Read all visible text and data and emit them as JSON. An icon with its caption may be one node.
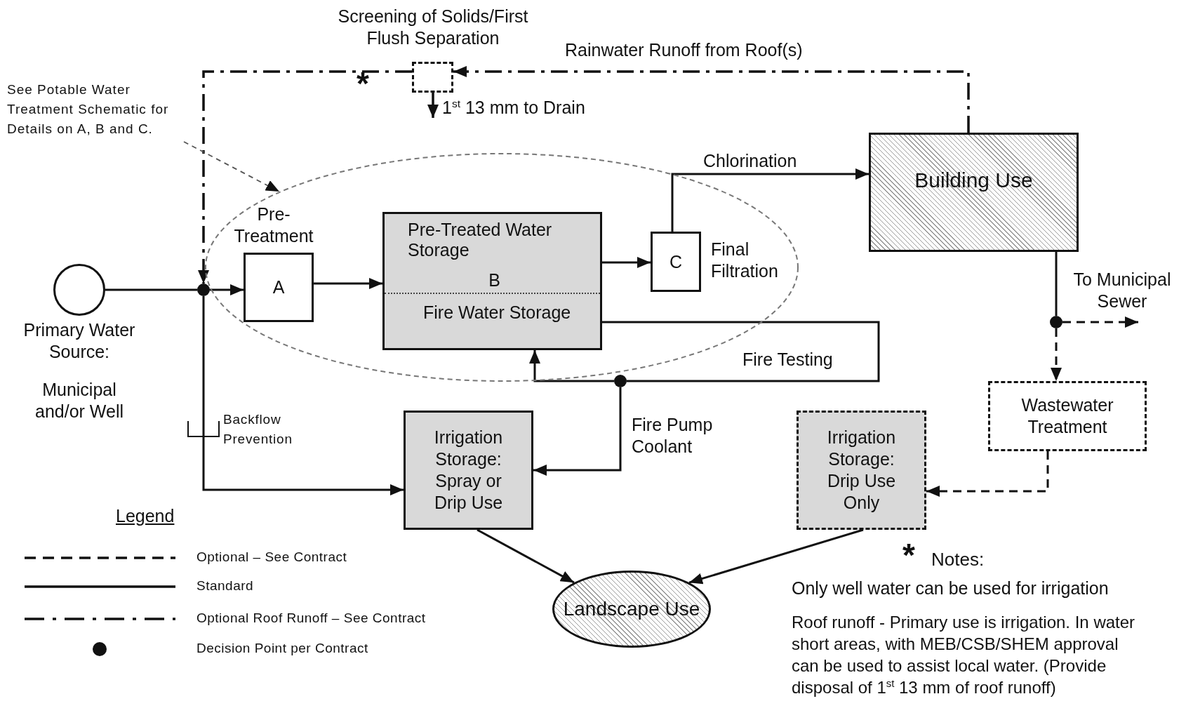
{
  "diagram": {
    "nodes": [
      {
        "text": [],
        "shape": "circle",
        "beside": [
          "Primary Water Source:",
          "Municipal and/or Well"
        ]
      },
      {
        "text": [
          "See Potable Water Treatment Schematic for Details on A, B and C."
        ]
      },
      {
        "text": [],
        "shape": "box",
        "beside": [
          "Screening of Solids/First Flush Separation"
        ]
      },
      {
        "text": [],
        "shape": "ellipse"
      },
      {
        "text": [
          "A"
        ],
        "in": 3,
        "beside": [
          "Pre-Treatment"
        ]
      },
      {
        "text": [
          "Pre-Treated Water Storage",
          "B",
          "Fire Water Storage"
        ],
        "in": 3
      },
      {
        "text": [
          "C"
        ],
        "in": 3,
        "beside": [
          "Final Filtration"
        ]
      },
      {
        "text": [
          "Building Use"
        ]
      },
      {
        "text": [],
        "shape": "dot"
      },
      {
        "text": [],
        "shape": "dot"
      },
      {
        "text": [
          "Irrigation Storage: Spray or Drip Use"
        ]
      },
      {
        "text": [],
        "shape": "dot"
      },
      {
        "text": [
          "Wastewater Treatment"
        ]
      },
      {
        "text": [
          "Irrigation Storage: Drip Use Only"
        ]
      },
      {
        "text": [
          "Landscape Use"
        ]
      }
    ],
    "edges": [
      {
        "from": 7,
        "to": 2,
        "arrow": "to",
        "style": "dashed",
        "label": "Rainwater Runoff from Roof(s)"
      },
      {
        "from": 2,
        "to": 8,
        "arrow": "to",
        "style": "dashed"
      },
      {
        "from": 2,
        "to": null,
        "arrow": "to",
        "label": "1$^{st}$ 13 mm to Drain"
      },
      {
        "from": 1,
        "to": 3,
        "arrow": "to",
        "style": "dashed"
      },
      {
        "from": 0,
        "to": 8,
        "arrow": "none"
      },
      {
        "from": 8,
        "to": 4,
        "arrow": "to"
      },
      {
        "from": 4,
        "to": 5,
        "arrow": "to"
      },
      {
        "from": 5,
        "to": 6,
        "arrow": "to"
      },
      {
        "from": 6,
        "to": 7,
        "arrow": "to",
        "label": "Chlorination"
      },
      {
        "from": 5,
        "to": 9,
        "arrow": "none",
        "label": "Fire Testing"
      },
      {
        "from": 9,
        "to": 5,
        "arrow": "to"
      },
      {
        "from": 9,
        "to": 10,
        "arrow": "to",
        "label": "Fire Pump Coolant"
      },
      {
        "from": 8,
        "to": 10,
        "arrow": "to",
        "label": "Backflow Prevention"
      },
      {
        "from": 7,
        "to": 11,
        "arrow": "none"
      },
      {
        "from": 11,
        "to": null,
        "arrow": "to",
        "style": "dashed",
        "label": "To Municipal Sewer"
      },
      {
        "from": 11,
        "to": 12,
        "arrow": "to",
        "style": "dashed"
      },
      {
        "from": 12,
        "to": 13,
        "arrow": "to",
        "style": "dashed"
      },
      {
        "from": 10,
        "to": 14,
        "arrow": "to"
      },
      {
        "from": 13,
        "to": 14,
        "arrow": "to"
      }
    ],
    "labels": [
      "*",
      "Legend",
      "*",
      "Notes:",
      "Only well water can be used for irrigation",
      "Roof runoff - Primary use is irrigation. In water short areas, with MEB/CSB/SHEM approval can be used to assist local water. (Provide disposal of 1$^{st}$ 13 mm of roof runoff)"
    ],
    "legend": [
      {
        "text": "Optional – See Contract"
      },
      {
        "text": "Standard"
      },
      {
        "text": "Optional Roof Runoff – See Contract"
      },
      {
        "text": "Decision Point per Contract"
      }
    ]
  }
}
